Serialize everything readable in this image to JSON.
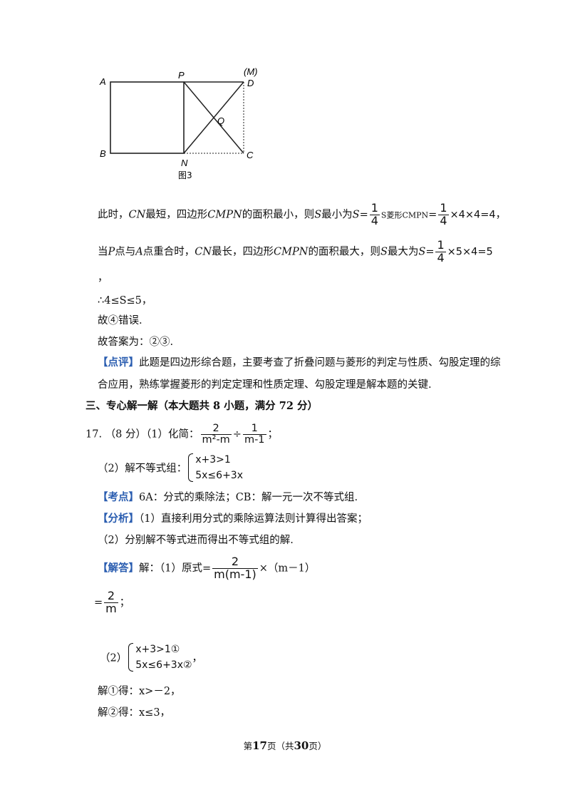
{
  "figure": {
    "labels": {
      "A": "A",
      "P": "P",
      "M": "(M)",
      "D": "D",
      "Q": "Q",
      "B": "B",
      "N": "N",
      "C": "C"
    },
    "caption": "图3"
  },
  "line1": {
    "a": "此时，",
    "cn": "CN",
    "b": "最短，四边形",
    "cmpn": "CMPN",
    "c": "的面积最小，则",
    "s": "S",
    "d": "最小为",
    "s2": "S",
    "eq": "=",
    "frac_num": "1",
    "frac_den": "4",
    "sub": "S菱形CMPN",
    "eq2": "=",
    "frac2_num": "1",
    "frac2_den": "4",
    "tail": "×4×4=4，"
  },
  "line2": {
    "a": "当",
    "p": "P",
    "b": "点与",
    "aa": "A",
    "c": "点重合时，",
    "cn": "CN",
    "d": "最长，四边形",
    "cmpn": "CMPN",
    "e": "的面积最大，则",
    "s": "S",
    "f": "最大为",
    "s2": "S",
    "eq": "=",
    "frac_num": "1",
    "frac_den": "4",
    "tail": "×5×4=5"
  },
  "line3": "，",
  "line4": "∴4≤S≤5，",
  "line5": "故④错误.",
  "line6": "故答案为：②③.",
  "comment": {
    "tag": "【点评】",
    "text1": "此题是四边形综合题，主要考查了折叠问题与菱形的判定与性质、勾股定理的综",
    "text2": "合应用，熟练掌握菱形的判定定理和性质定理、勾股定理是解本题的关键."
  },
  "section": "三、专心解一解（本大题共 8 小题，满分 72 分）",
  "q17": {
    "num": "17.",
    "score": "（8 分）",
    "p1": "（1）化简：",
    "f1_num": "2",
    "f1_den": "m²-m",
    "div": "÷",
    "f2_num": "1",
    "f2_den": "m-1",
    "semi": "；",
    "p2": "（2）解不等式组：",
    "ineq1": "x+3>1",
    "ineq2": "5x≤6+3x"
  },
  "kaodian": {
    "tag": "【考点】",
    "text": "6A：分式的乘除法；CB：解一元一次不等式组."
  },
  "fenxi": {
    "tag": "【分析】",
    "text1": "（1）直接利用分式的乘除运算法则计算得出答案；",
    "text2": "（2）分别解不等式进而得出不等式组的解."
  },
  "jieda": {
    "tag": "【解答】",
    "a": "解：（1）原式=",
    "f_num": "2",
    "f_den": "m(m-1)",
    "tail": "×（m－1）",
    "eq": "=",
    "r_num": "2",
    "r_den": "m",
    "semi": "；",
    "p2": "（2）",
    "s1": "x+3>1①",
    "s2": "5x≤6+3x②",
    "comma": "，",
    "sol1": "解①得：x>－2，",
    "sol2": "解②得：x≤3，"
  },
  "footer": {
    "a": "第",
    "page": "17",
    "b": "页（共",
    "total": "30",
    "c": "页）"
  }
}
